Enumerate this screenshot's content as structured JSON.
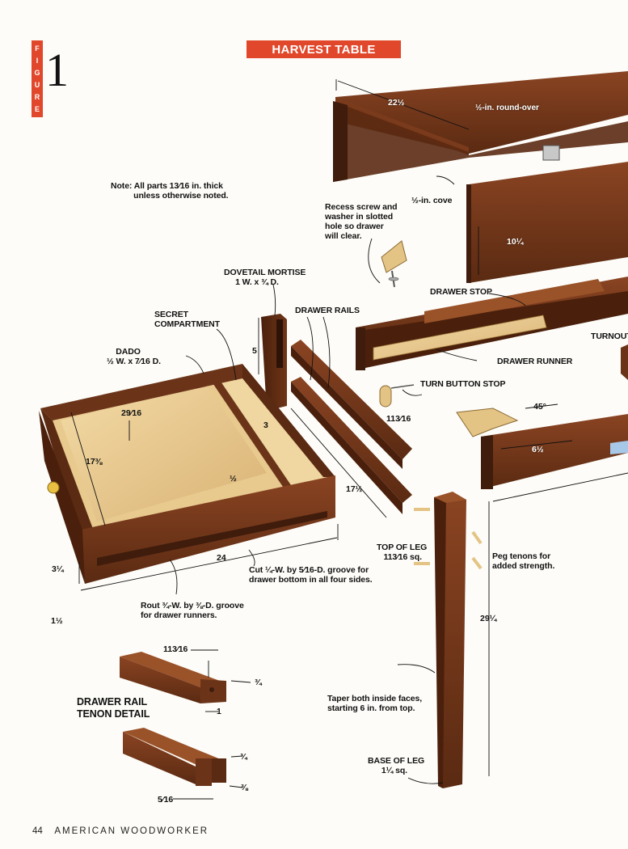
{
  "figure": {
    "letters": [
      "F",
      "I",
      "G",
      "U",
      "R",
      "E"
    ],
    "number": "1",
    "title": "HARVEST TABLE"
  },
  "colors": {
    "accent": "#e1472b",
    "walnut": "#6b3419",
    "walnut_dark": "#3f1c0c",
    "walnut_light": "#8e4a26",
    "maple": "#e8c98e"
  },
  "note": "Note: All parts 13⁄16 in. thick\n          unless otherwise noted.",
  "top": {
    "width_dim": "22½",
    "roundover": "½-in. round-over",
    "cove": "½-in. cove",
    "apron_dim": "10¼",
    "recess_note": "Recess screw and\nwasher in slotted\nhole so drawer\nwill clear."
  },
  "drawer": {
    "dovetail_mortise": "DOVETAIL MORTISE\n     1 W. x ¾ D.",
    "secret_compartment": "SECRET\nCOMPARTMENT",
    "dado": "    DADO\n½ W. x 7⁄16 D.",
    "drawer_rails": "DRAWER RAILS",
    "dim_5": "5",
    "dim_2_9_16": "29⁄16",
    "dim_3": "3",
    "dim_17_3_8": "17⅜",
    "dim_half": "½",
    "dim_1_13_16": "113⁄16",
    "dim_17_half": "17½",
    "dim_24": "24",
    "dim_3_quarter": "3¼",
    "dim_1_half": "1½",
    "groove_note": "Cut ¼-W. by 5⁄16-D. groove for\ndrawer bottom in all four sides.",
    "runner_groove_note": "Rout ¾-W. by ⅜-D. groove\nfor drawer runners."
  },
  "hardware": {
    "drawer_stop": "DRAWER STOP",
    "drawer_runner": "DRAWER RUNNER",
    "turn_button_stop": "TURN BUTTON STOP",
    "turnout": "TURNOUT",
    "angle": "45°",
    "dim_6_half": "6½"
  },
  "leg": {
    "top_of_leg": "TOP OF LEG\n   113⁄16 sq.",
    "peg_note": "Peg tenons for\nadded strength.",
    "dim_29_quarter": "29¼",
    "taper_note": "Taper both inside faces,\nstarting 6 in. from top.",
    "base_of_leg": "BASE OF LEG\n      1¼ sq."
  },
  "tenon_detail": {
    "title": "DRAWER RAIL\nTENON DETAIL",
    "dim_1_13_16": "113⁄16",
    "dim_3_4_a": "¾",
    "dim_1": "1",
    "dim_3_4_b": "¾",
    "dim_5_16": "5⁄16",
    "dim_3_8": "⅜"
  },
  "footer": {
    "page": "44",
    "publication": "AMERICAN WOODWORKER"
  }
}
